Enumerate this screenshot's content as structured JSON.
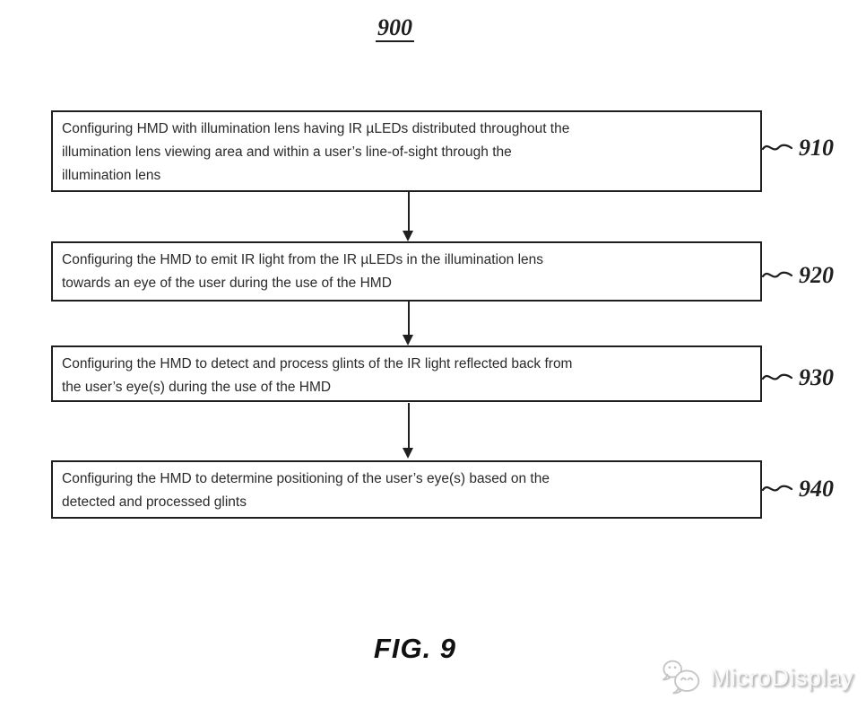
{
  "figure": {
    "diagram_number": "900",
    "caption": "FIG. 9"
  },
  "flowchart": {
    "steps": [
      {
        "ref": "910",
        "lines": [
          "Configuring HMD with illumination lens having IR µLEDs distributed throughout the",
          "illumination lens viewing area and within a user’s line-of-sight through the",
          "illumination lens"
        ]
      },
      {
        "ref": "920",
        "lines": [
          "Configuring the HMD to emit IR light from the IR µLEDs in the illumination lens",
          "towards an eye of the user during the use of the HMD"
        ]
      },
      {
        "ref": "930",
        "lines": [
          "Configuring the HMD to detect and process glints of the IR light reflected back from",
          "the user’s eye(s) during the use of the HMD"
        ]
      },
      {
        "ref": "940",
        "lines": [
          "Configuring the HMD to determine positioning of the user’s eye(s) based on the",
          "detected and processed glints"
        ]
      }
    ]
  },
  "watermark": {
    "label": "MicroDisplay",
    "icon": "wechat-icon",
    "color": "#c9c9c9"
  },
  "colors": {
    "ink": "#1f1f1f",
    "background": "#ffffff"
  }
}
